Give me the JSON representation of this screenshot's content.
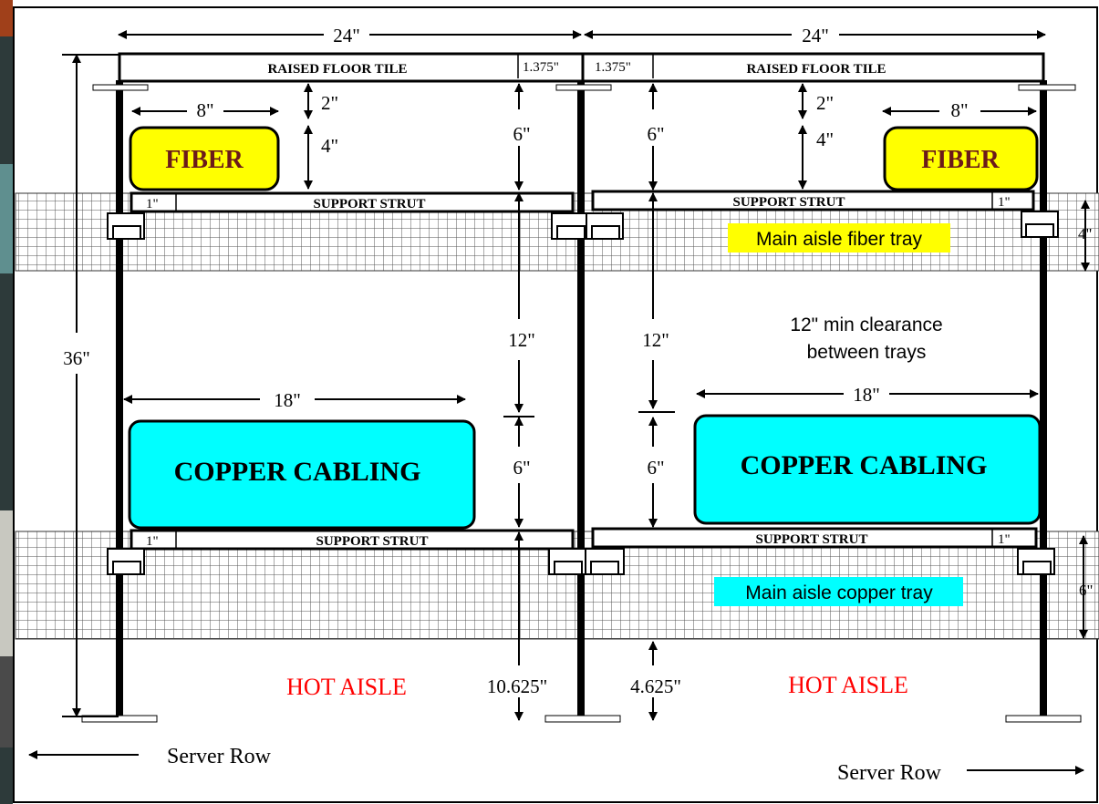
{
  "top_labels": {
    "width_left": "24\"",
    "width_right": "24\"",
    "tile_left": "RAISED FLOOR TILE",
    "tile_right": "RAISED FLOOR TILE",
    "tile_thk_left": "1.375\"",
    "tile_thk_right": "1.375\""
  },
  "left": {
    "fiber_width": "8\"",
    "fiber_gap": "2\"",
    "fiber_depth": "4\"",
    "fiber_label": "FIBER",
    "dim_6_top": "6\"",
    "strut_top_label": "SUPPORT STRUT",
    "strut_top_thk": "1\"",
    "dim_12": "12\"",
    "height_36": "36\"",
    "copper_width": "18\"",
    "copper_label": "COPPER CABLING",
    "dim_6_mid": "6\"",
    "strut_bottom_label": "SUPPORT STRUT",
    "strut_bottom_thk": "1\"",
    "dim_bottom": "10.625\"",
    "hot_aisle": "HOT AISLE",
    "server_row": "Server Row"
  },
  "right": {
    "fiber_width": "8\"",
    "fiber_gap": "2\"",
    "fiber_depth": "4\"",
    "fiber_label": "FIBER",
    "dim_6_top": "6\"",
    "strut_top_label": "SUPPORT STRUT",
    "strut_top_thk": "1\"",
    "dim_12": "12\"",
    "clearance_line1": "12\" min clearance",
    "clearance_line2": "between trays",
    "copper_width": "18\"",
    "copper_label": "COPPER CABLING",
    "dim_6_mid": "6\"",
    "strut_bottom_label": "SUPPORT STRUT",
    "strut_bottom_thk": "1\"",
    "dim_bottom": "4.625\"",
    "hot_aisle": "HOT AISLE",
    "server_row": "Server Row"
  },
  "trays": {
    "fiber_tray_label": "Main aisle fiber tray",
    "fiber_tray_dim": "4\"",
    "copper_tray_label": "Main aisle copper tray",
    "copper_tray_dim": "6\""
  },
  "colors": {
    "fiber": "#ffff00",
    "copper": "#00ffff",
    "hot_aisle_text": "#ff0000",
    "grid_fill": "#ffffff",
    "grid_line": "#555555"
  }
}
